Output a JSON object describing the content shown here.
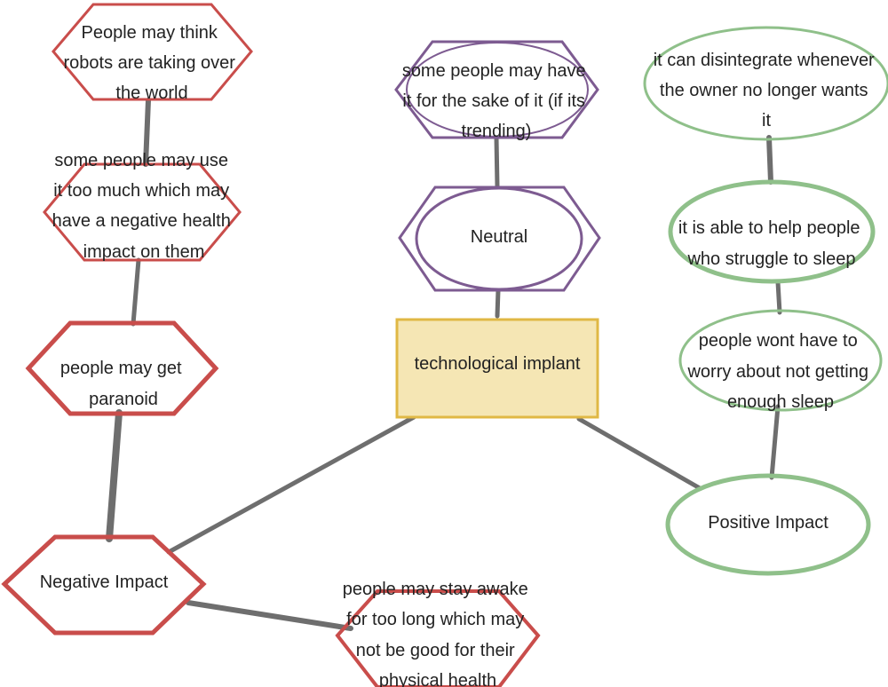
{
  "diagram": {
    "center": {
      "label": "technological implant"
    },
    "neutral": {
      "label": "Neutral",
      "children": [
        {
          "lines": [
            "some people may have",
            "it for the sake of it (if its",
            "trending)"
          ]
        }
      ]
    },
    "negative": {
      "label": "Negative Impact",
      "children": [
        {
          "lines": [
            "people may get",
            "paranoid"
          ]
        },
        {
          "lines": [
            "some people may use",
            "it too much which may",
            "have a negative health",
            "impact on them"
          ]
        },
        {
          "lines": [
            "People may think",
            "robots are taking over",
            "the world"
          ]
        },
        {
          "lines": [
            "people may stay awake",
            "for too long which may",
            "not be good for their",
            "physical health"
          ]
        }
      ]
    },
    "positive": {
      "label": "Positive Impact",
      "children": [
        {
          "lines": [
            "people wont have to",
            "worry about not getting",
            "enough sleep"
          ]
        },
        {
          "lines": [
            "it is able to help people",
            "who struggle to sleep"
          ]
        },
        {
          "lines": [
            "it can disintegrate whenever",
            "the owner no longer wants",
            "it"
          ]
        }
      ]
    },
    "colors": {
      "negative_fill": "#e2b5b4",
      "negative_border": "#c94d4b",
      "neutral_fill": "#d4c9d9",
      "neutral_border": "#7d5b91",
      "positive_fill": "#d5e3d0",
      "positive_border": "#8fc08a",
      "center_fill": "#f5e6b4",
      "center_border": "#e0b845",
      "connector": "#6e6e6e"
    }
  }
}
